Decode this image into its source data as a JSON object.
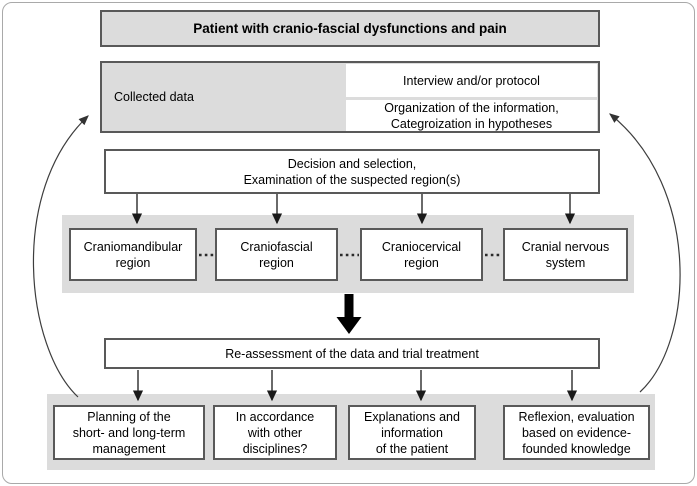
{
  "title": "Patient with cranio-fascial dysfunctions and pain",
  "collected_data": {
    "label": "Collected data",
    "interview": "Interview and/or protocol",
    "organization": "Organization of the information,\nCategroization in hypotheses"
  },
  "decision": "Decision and selection,\nExamination of the suspected region(s)",
  "regions": [
    {
      "label": "Craniomandibular\nregion"
    },
    {
      "label": "Craniofascial\nregion"
    },
    {
      "label": "Craniocervical\nregion"
    },
    {
      "label": "Cranial nervous\nsystem"
    }
  ],
  "reassessment": "Re-assessment of the data and trial treatment",
  "outcomes": [
    {
      "label": "Planning of the\nshort- and long-term\nmanagement"
    },
    {
      "label": "In accordance\nwith other\ndisciplines?"
    },
    {
      "label": "Explanations and\ninformation\nof the patient"
    },
    {
      "label": "Reflexion, evaluation\nbased on evidence-\nfounded knowledge"
    }
  ],
  "colors": {
    "fill_gray": "#dcdcdc",
    "border_dark": "#595959",
    "line_black": "#1a1a1a"
  }
}
